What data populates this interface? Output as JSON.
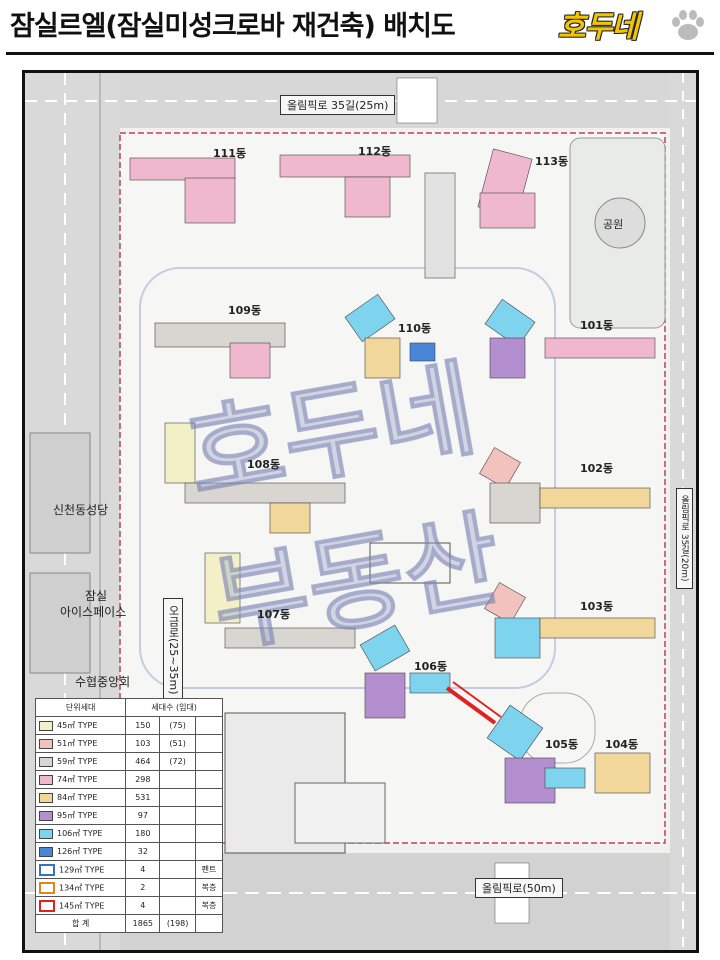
{
  "header": {
    "title": "잠실르엘(잠실미성크로바 재건축) 배치도",
    "brand": "호두네",
    "paw_icon": "paw-icon"
  },
  "roads": {
    "north": "올림픽로 35길(25m)",
    "south": "올림픽로(50m)",
    "west": "오금로(25~35m)",
    "east": "올림픽로 35길(20m)"
  },
  "buildings": [
    "111동",
    "112동",
    "113동",
    "109동",
    "110동",
    "101동",
    "108동",
    "102동",
    "107동",
    "103동",
    "106동",
    "105동",
    "104동"
  ],
  "places": {
    "shinchon_sungdang": "신천동성당",
    "jamsil_icespace_1": "잠실",
    "jamsil_icespace_2": "아이스페이스",
    "suhyup": "수협중앙회",
    "park": "공원"
  },
  "legend": {
    "headers": [
      "단위세대",
      "세대수 (임대)"
    ],
    "rows": [
      {
        "type": "45㎡ TYPE",
        "count": "150",
        "rental": "(75)",
        "note": "",
        "color": "#f3f0c8"
      },
      {
        "type": "51㎡ TYPE",
        "count": "103",
        "rental": "(51)",
        "note": "",
        "color": "#f2c2bd"
      },
      {
        "type": "59㎡ TYPE",
        "count": "464",
        "rental": "(72)",
        "note": "",
        "color": "#d9d6d2"
      },
      {
        "type": "74㎡ TYPE",
        "count": "298",
        "rental": "",
        "note": "",
        "color": "#efb8cf"
      },
      {
        "type": "84㎡ TYPE",
        "count": "531",
        "rental": "",
        "note": "",
        "color": "#f1d79a"
      },
      {
        "type": "95㎡ TYPE",
        "count": "97",
        "rental": "",
        "note": "",
        "color": "#b38fcf"
      },
      {
        "type": "106㎡ TYPE",
        "count": "180",
        "rental": "",
        "note": "",
        "color": "#7ed3ee"
      },
      {
        "type": "126㎡ TYPE",
        "count": "32",
        "rental": "",
        "note": "",
        "color": "#4a86d8"
      },
      {
        "type": "129㎡ TYPE",
        "count": "4",
        "rental": "",
        "note": "펜트",
        "color": "#ffffff"
      },
      {
        "type": "134㎡ TYPE",
        "count": "2",
        "rental": "",
        "note": "복층",
        "color": "#ffffff"
      },
      {
        "type": "145㎡ TYPE",
        "count": "4",
        "rental": "",
        "note": "복층",
        "color": "#ffffff"
      }
    ],
    "total_label": "합 계",
    "total_count": "1865",
    "total_rental": "(198)"
  },
  "watermark": {
    "line1": "호두네",
    "line2": "부동산"
  }
}
